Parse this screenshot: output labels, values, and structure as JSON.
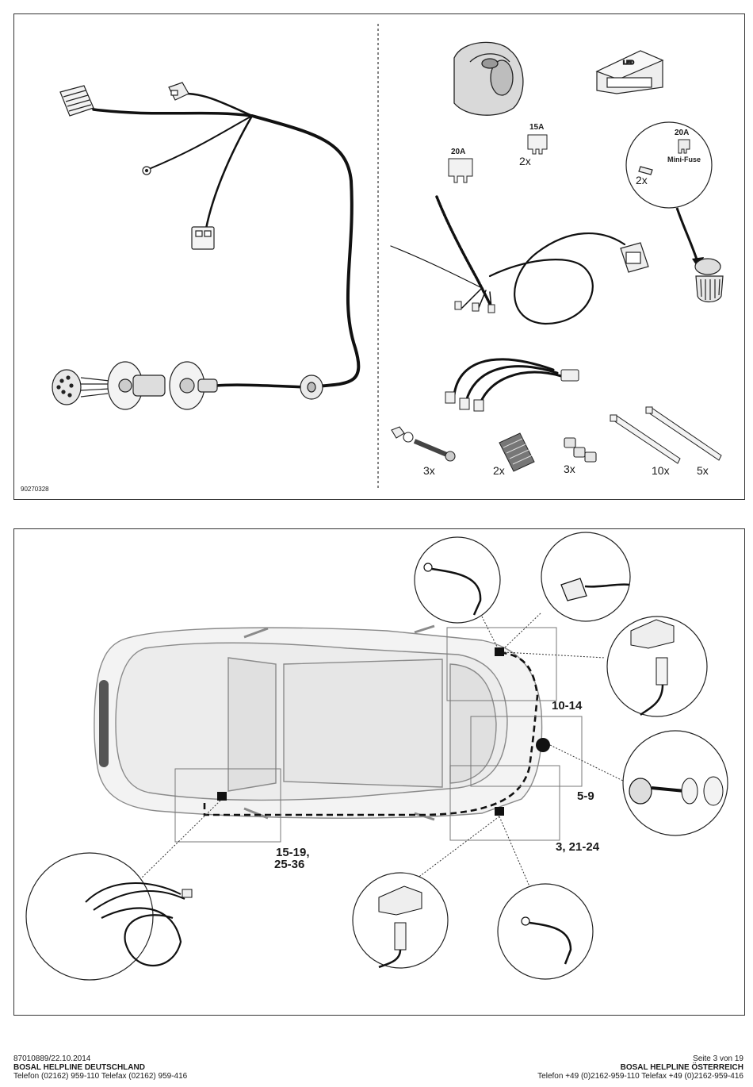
{
  "top_panel": {
    "drawing_code": "90270328",
    "fuse_15a": {
      "rating": "15A",
      "qty": "2x"
    },
    "fuse_20a": {
      "rating": "20A"
    },
    "mini_fuse": {
      "rating": "20A",
      "name": "Mini-Fuse",
      "qty": "2x"
    },
    "module_label": "LED",
    "bolt_qty": "3x",
    "pads_qty": "2x",
    "clips_qty": "3x",
    "ties_long_qty": "10x",
    "ties_short_qty": "5x"
  },
  "bottom_panel": {
    "callouts": {
      "c1": "10-14",
      "c2": "5-9",
      "c3": "3, 21-24",
      "c4_line1": "15-19,",
      "c4_line2": "25-36"
    }
  },
  "footer": {
    "doc_id": "87010889/22.10.2014",
    "left_title": "BOSAL HELPLINE DEUTSCHLAND",
    "left_phone": "Telefon (02162) 959-110 Telefax (02162) 959-416",
    "page": "Seite 3 von 19",
    "right_title": "BOSAL HELPLINE ÖSTERREICH",
    "right_phone": "Telefon +49 (0)2162-959-110 Telefax +49 (0)2162-959-416"
  }
}
